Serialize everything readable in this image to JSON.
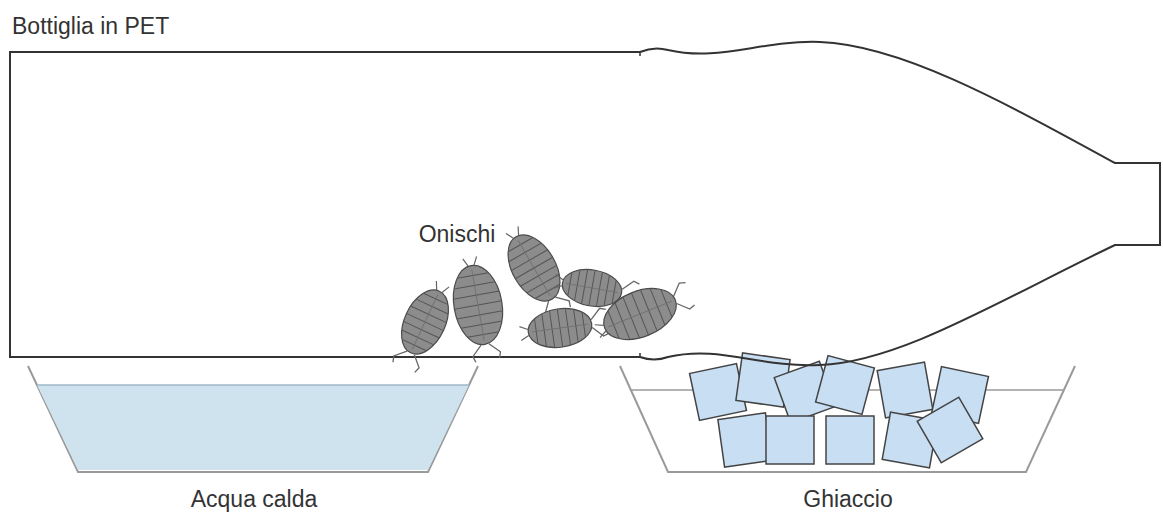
{
  "diagram": {
    "labels": [
      "Bottiglia in PET",
      "Onischi",
      "Acqua calda",
      "Ghiaccio"
    ]
  }
}
